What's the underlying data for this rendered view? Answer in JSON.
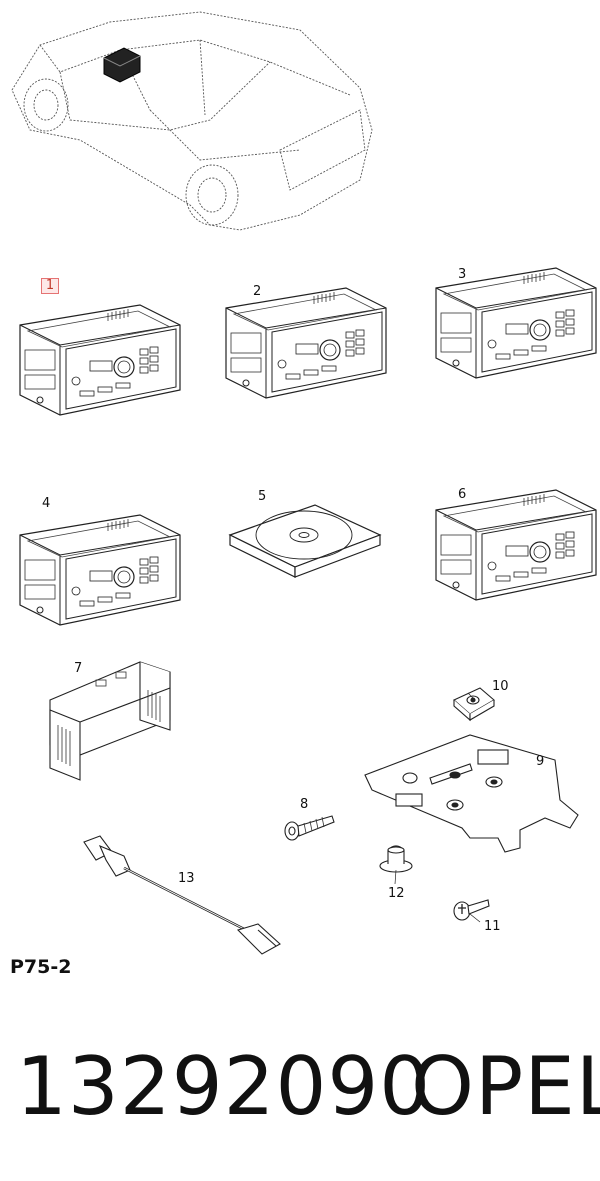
{
  "callouts": {
    "c1": "1",
    "c2": "2",
    "c3": "3",
    "c4": "4",
    "c5": "5",
    "c6": "6",
    "c7": "7",
    "c8": "8",
    "c9": "9",
    "c10": "10",
    "c11": "11",
    "c12": "12",
    "c13": "13"
  },
  "figure_ref": "P75-2",
  "footer": {
    "part_number": "13292090",
    "brand": "OPEL"
  },
  "colors": {
    "line": "#222222",
    "highlight_border": "#e57373",
    "highlight_fill": "#fde8e8"
  }
}
